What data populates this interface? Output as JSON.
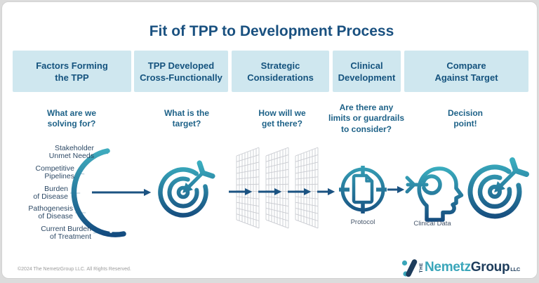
{
  "title": "Fit of TPP to Development Process",
  "columns": [
    {
      "header_lines": [
        "Factors Forming",
        "the TPP"
      ],
      "question_lines": [
        "What are we",
        "solving for?"
      ]
    },
    {
      "header_lines": [
        "TPP Developed",
        "Cross-Functionally"
      ],
      "question_lines": [
        "What is the",
        "target?"
      ]
    },
    {
      "header_lines": [
        "Strategic",
        "Considerations"
      ],
      "question_lines": [
        "How will we",
        "get there?"
      ]
    },
    {
      "header_lines": [
        "Clinical",
        "Development"
      ],
      "question_lines": [
        "Are there any",
        "limits or guardrails",
        "to consider?"
      ]
    },
    {
      "header_lines": [
        "Compare",
        "Against Target"
      ],
      "question_lines": [
        "Decision",
        "point!"
      ]
    }
  ],
  "factors": [
    {
      "l1": "Stakeholder",
      "l2": "Unmet Needs"
    },
    {
      "l1": "Competitive",
      "l2": "Pipelines"
    },
    {
      "l1": "Burden",
      "l2": "of Disease"
    },
    {
      "l1": "Pathogenesis",
      "l2": "of Disease"
    },
    {
      "l1": "Current Burden",
      "l2": "of Treatment"
    }
  ],
  "icon_labels": {
    "protocol": "Protocol",
    "clinical_data": "Clinical Data"
  },
  "icons": [
    "funnel-arc-icon",
    "target-dart-icon",
    "strategy-grids-icon",
    "protocol-crosshair-document-icon",
    "head-target-arrow-icon",
    "target-dart-icon"
  ],
  "footer": {
    "copyright": "©2024 The NemetzGroup LLC. All Rights Reserved."
  },
  "logo": {
    "the": "THE",
    "name": "Nemetz",
    "name2": "Group",
    "suffix": "LLC"
  },
  "colors": {
    "teal": "#36a9bd",
    "navy": "#154a7c",
    "title_text": "#1a5180",
    "box_bg": "#cfe7ef",
    "header_text": "#15537e",
    "question_text": "#1e6288",
    "factor_text": "#2e4a66",
    "grid": "#c9cbd1",
    "icon_label_text": "#46566b",
    "copyright": "#9b9b9b"
  }
}
